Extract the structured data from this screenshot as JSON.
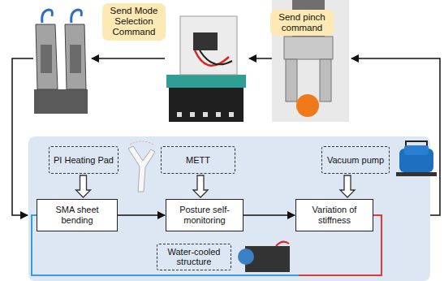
{
  "diagram": {
    "nodes": [
      {
        "text": [
          "Send Mode Selection Command"
        ]
      },
      {
        "text": [
          "Send pinch command"
        ]
      },
      {
        "text": [
          "PI Heating Pad"
        ]
      },
      {
        "text": [
          "METT"
        ]
      },
      {
        "text": [
          "Vacuum pump"
        ]
      },
      {
        "text": [
          "SMA sheet bending"
        ]
      },
      {
        "text": [
          "Posture self-monitoring"
        ]
      },
      {
        "text": [
          "Variation of stiffness"
        ]
      },
      {
        "text": [
          "Water-cooled structure"
        ]
      }
    ],
    "edges": [
      {
        "from": 2,
        "to": 5,
        "arrow": "to"
      },
      {
        "from": 3,
        "to": 6,
        "arrow": "to"
      },
      {
        "from": 4,
        "to": 7,
        "arrow": "to"
      },
      {
        "from": 5,
        "to": 6,
        "arrow": "to"
      },
      {
        "from": 6,
        "to": 7,
        "arrow": "to"
      },
      {
        "from": 7,
        "to": 5,
        "arrow": "none"
      }
    ]
  }
}
